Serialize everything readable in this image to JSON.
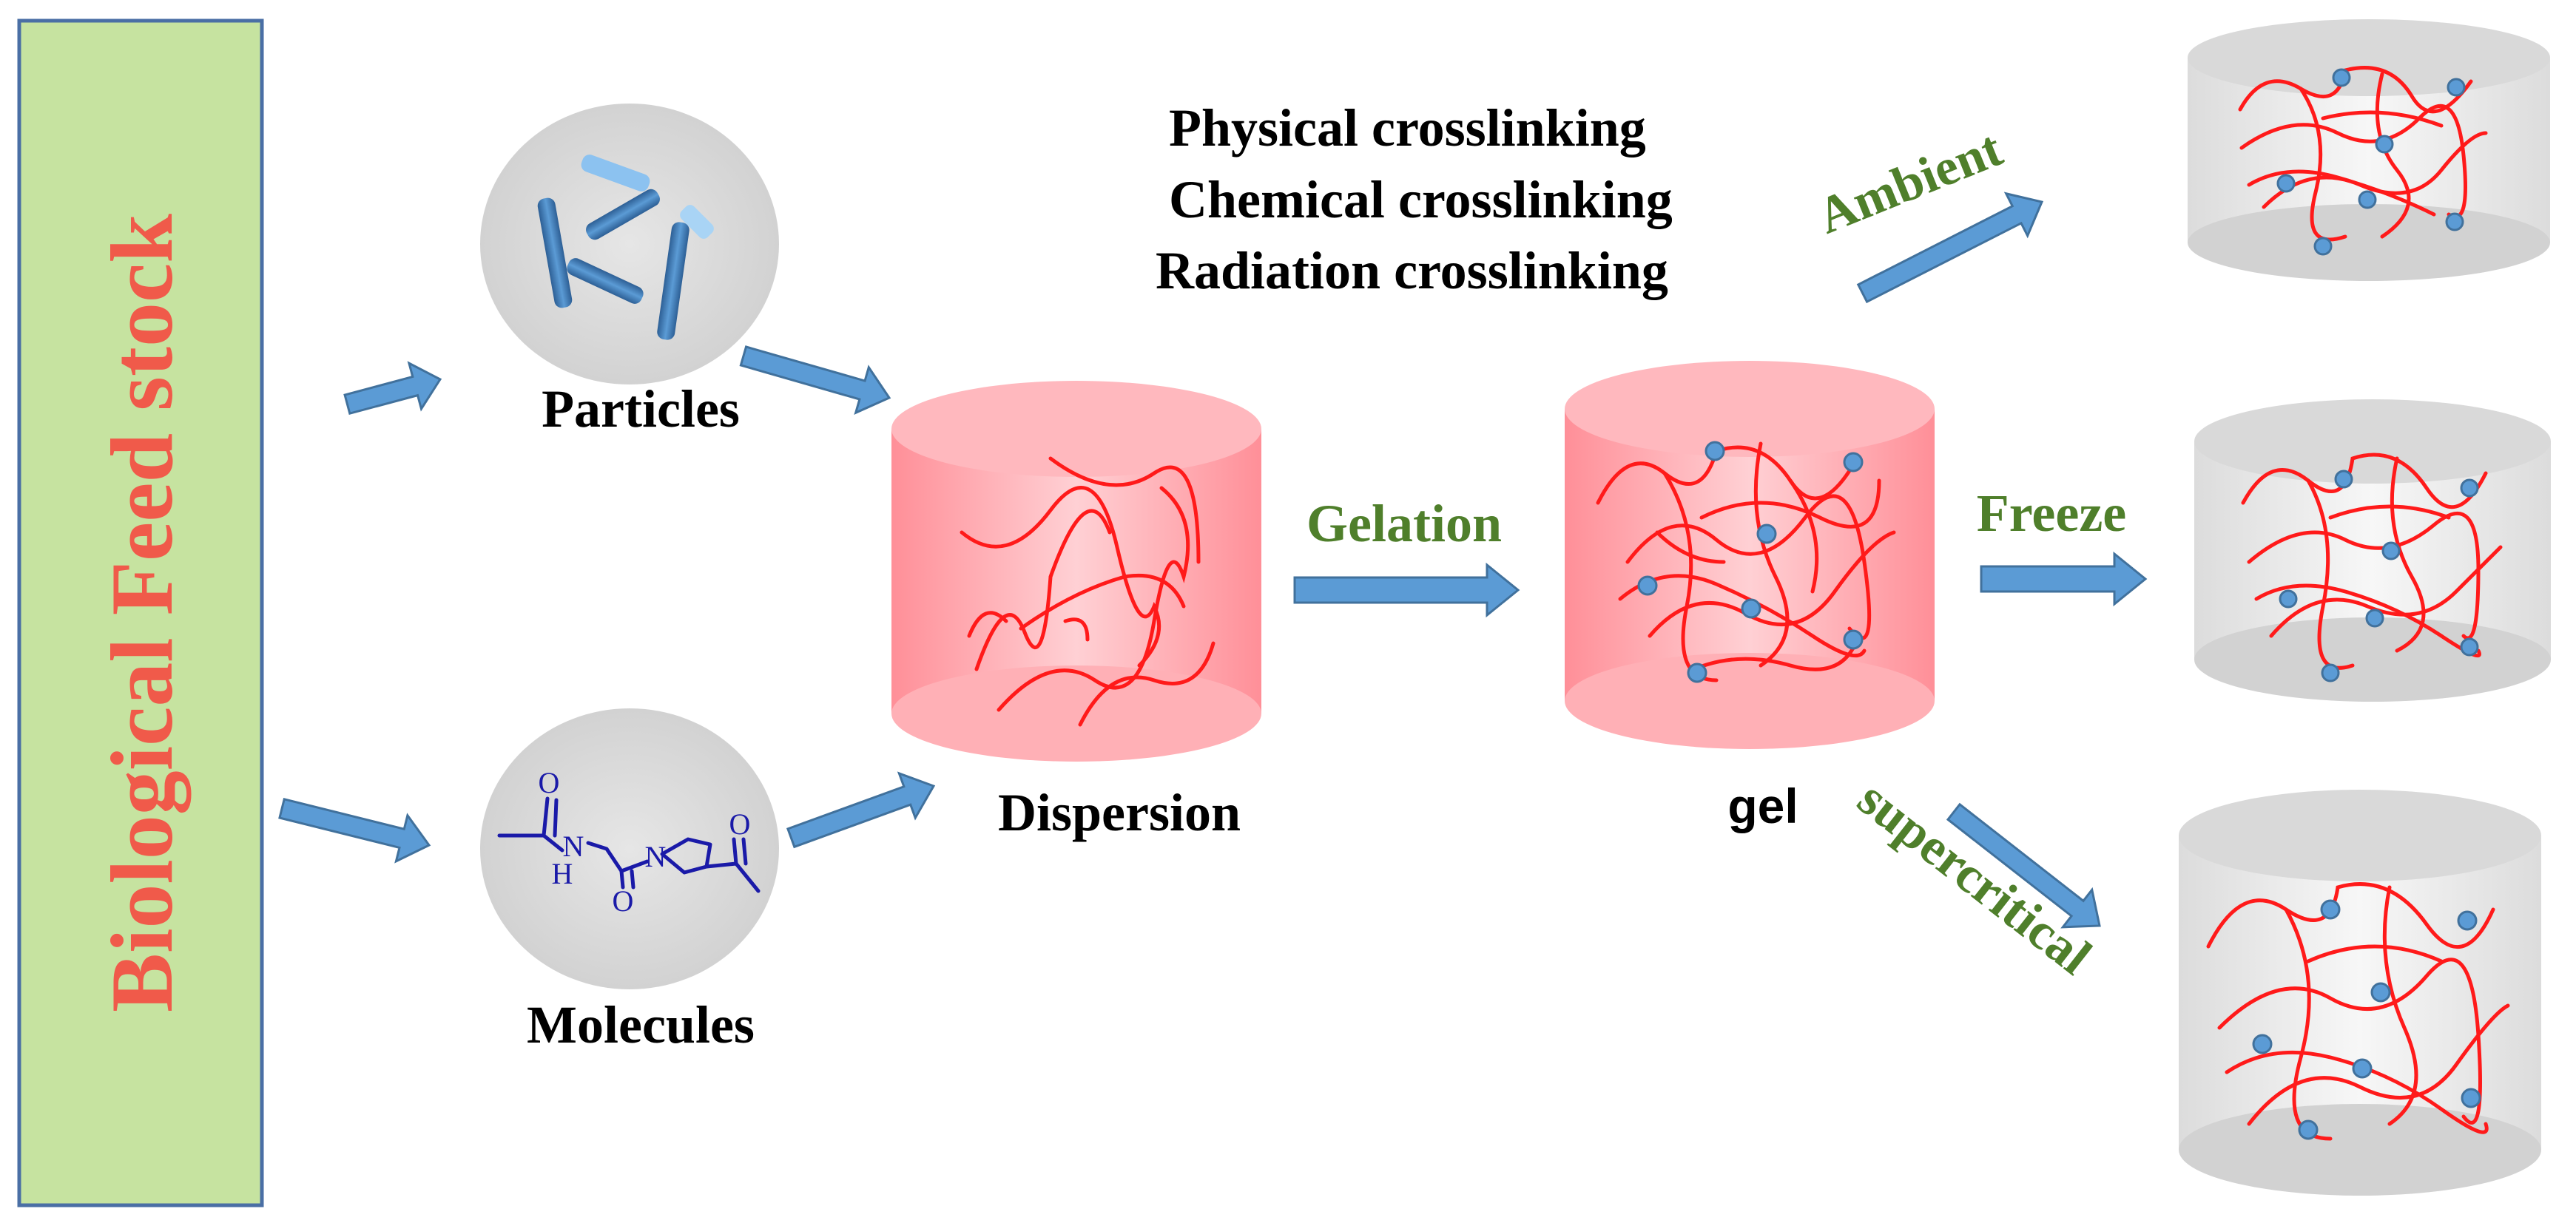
{
  "labels": {
    "feedstock": "Biological Feed stock",
    "particles": "Particles",
    "molecules": "Molecules",
    "dispersion": "Dispersion",
    "gel": "gel",
    "gelation": "Gelation",
    "crosslinking": [
      "Physical crosslinking",
      "Chemical crosslinking",
      "Radiation crosslinking"
    ],
    "ambient": "Ambient",
    "freeze": "Freeze",
    "supercritical": "supercritical"
  },
  "molecule_atoms": {
    "O1": "O",
    "N1": "N",
    "H1": "H",
    "O2": "O",
    "N2": "N",
    "O3": "O"
  },
  "colors": {
    "feedstock_box": "#c6e3a0",
    "feedstock_border": "#4a6fa5",
    "feedstock_text": "#f05a4a",
    "arrow": "#5b9bd5",
    "arrow_stroke": "#41719c",
    "green_text": "#4f7f2b",
    "polymer": "#ff1a1a",
    "gel_cylinder": "#ffb3b8",
    "aerogel_cylinder": "#e6e6e6",
    "node": "#5b9bd5",
    "molecule": "#1a1aa8",
    "circle_bg": "#dcdcdc"
  }
}
